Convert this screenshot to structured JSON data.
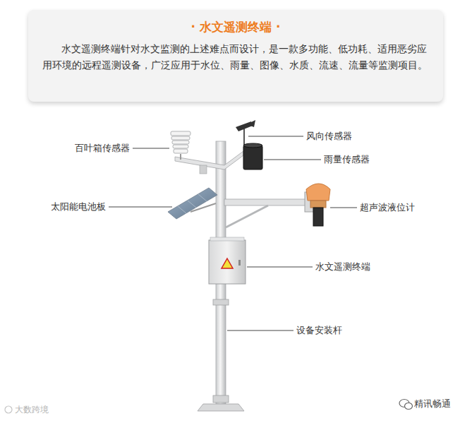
{
  "diagram": {
    "nodes": [
      {
        "text": [
          "· 水文遥测终端 ·",
          "水文遥测终端针对水文监测的上述难点而设计，是一款多功能、低功耗、适用恶劣应用环境的远程遥测设备，广泛应用于水位、雨量、图像、水质、流速、流量等监测项目。"
        ]
      }
    ],
    "labels": [
      "百叶箱传感器",
      "风向传感器",
      "雨量传感器",
      "太阳能电池板",
      "超声波液位计",
      "水文遥测终端",
      "设备安装杆",
      "大数跨境",
      "精讯畅通"
    ]
  }
}
